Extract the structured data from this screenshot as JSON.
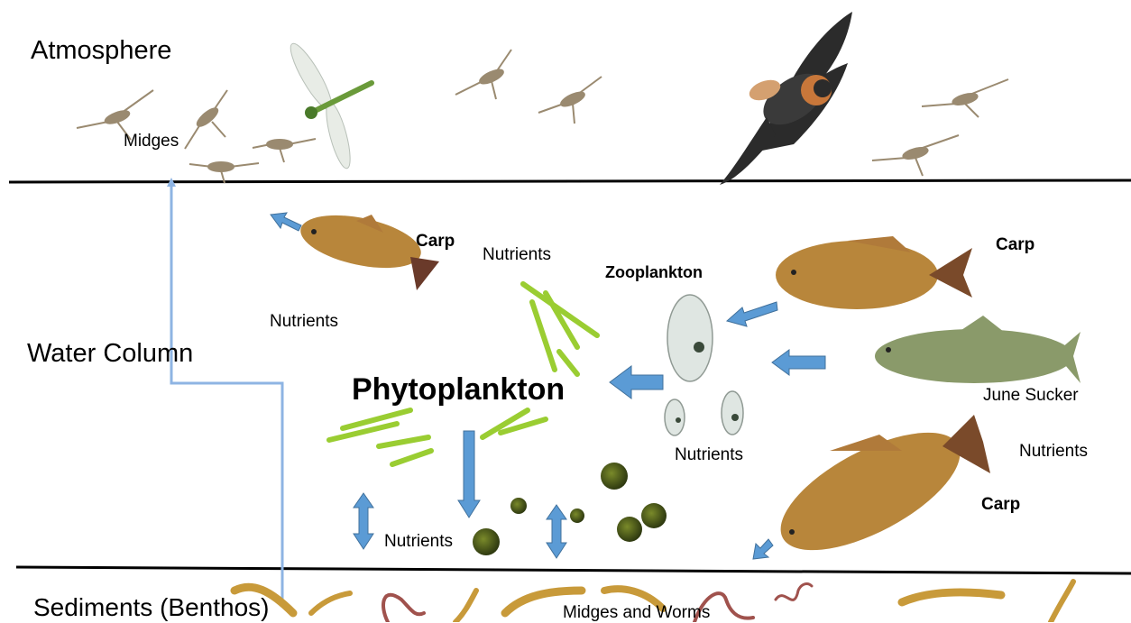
{
  "zones": {
    "atmosphere": "Atmosphere",
    "water_column": "Water Column",
    "sediments": "Sediments (Benthos)"
  },
  "labels": {
    "midges": "Midges",
    "carp_top": "Carp",
    "carp_right": "Carp",
    "carp_bottom": "Carp",
    "zooplankton": "Zooplankton",
    "phytoplankton": "Phytoplankton",
    "june_sucker": "June Sucker",
    "nutrients_1": "Nutrients",
    "nutrients_2": "Nutrients",
    "nutrients_3": "Nutrients",
    "nutrients_4": "Nutrients",
    "nutrients_5": "Nutrients",
    "midges_and_worms": "Midges and Worms"
  },
  "colors": {
    "arrow": "#5b9bd5",
    "arrow_stroke": "#41719c",
    "boundary_line": "#000000",
    "connector_line": "#8eb4e3",
    "algae": "#9acd32",
    "carp": "#b8863b",
    "june_sucker": "#8a9a6a",
    "swallow": "#2b2b2b",
    "midge": "#9a8a70",
    "larva": "#c89a3a",
    "worm": "#a0524d"
  }
}
